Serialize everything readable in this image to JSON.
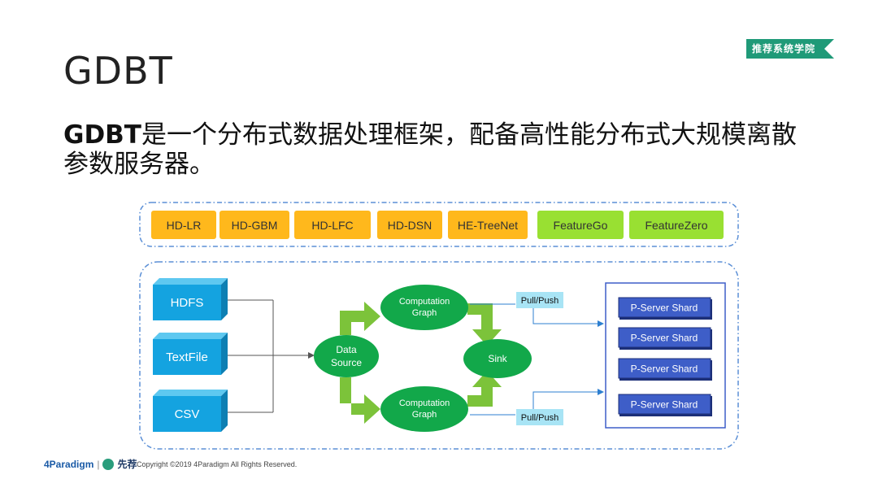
{
  "badge": "推荐系统学院",
  "title": "GDBT",
  "description": {
    "bold": "GDBT",
    "rest": "是一个分布式数据处理框架，配备高性能分布式大规模离散参数服务器。"
  },
  "algorithms": [
    {
      "label": "HD-LR",
      "color": "#ffb81c"
    },
    {
      "label": "HD-GBM",
      "color": "#ffb81c"
    },
    {
      "label": "HD-LFC",
      "color": "#ffb81c"
    },
    {
      "label": "HD-DSN",
      "color": "#ffb81c"
    },
    {
      "label": "HE-TreeNet",
      "color": "#ffb81c"
    },
    {
      "label": "FeatureGo",
      "color": "#99e032"
    },
    {
      "label": "FeatureZero",
      "color": "#99e032"
    }
  ],
  "sources": [
    "HDFS",
    "TextFile",
    "CSV"
  ],
  "nodes": {
    "data_source": [
      "Data",
      "Source"
    ],
    "graph_top": [
      "Computation",
      "Graph"
    ],
    "graph_bottom": [
      "Computation",
      "Graph"
    ],
    "sink": "Sink"
  },
  "pull_push_top": "Pull/Push",
  "pull_push_bottom": "Pull/Push",
  "server_shards": [
    "P-Server Shard",
    "P-Server Shard",
    "P-Server Shard",
    "P-Server Shard"
  ],
  "colors": {
    "ellipse": "#12a84a",
    "arrow": "#7cc33a",
    "source_box": "#14a3e0",
    "shard": "#3e5ec8",
    "pull_push": "#a8e4f5",
    "dashed_border": "#5b8fd6"
  },
  "footer": {
    "logo_primary": "4Paradigm",
    "logo_secondary": "先荐",
    "copyright": "Copyright ©2019 4Paradigm All Rights Reserved."
  }
}
